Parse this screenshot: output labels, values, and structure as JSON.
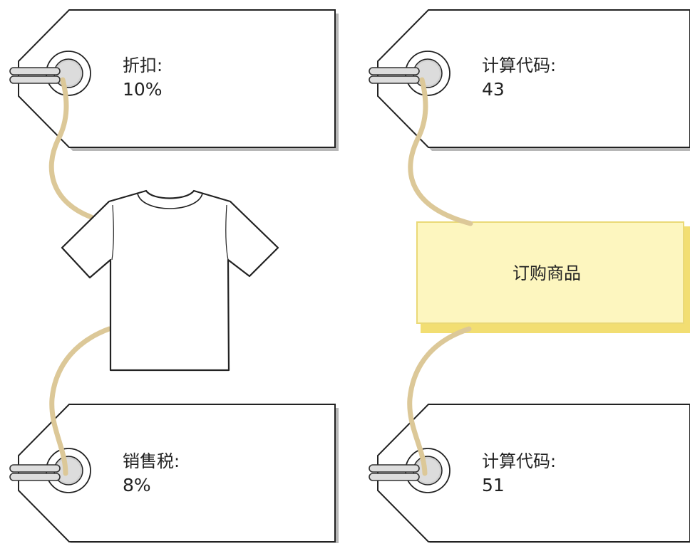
{
  "tags": [
    {
      "id": "discount",
      "title": "折扣:",
      "value": "10%"
    },
    {
      "id": "calc-code-43",
      "title": "计算代码:",
      "value": "43"
    },
    {
      "id": "sales-tax",
      "title": "销售税:",
      "value": "8%"
    },
    {
      "id": "calc-code-51",
      "title": "计算代码:",
      "value": "51"
    }
  ],
  "item_box": {
    "label": "订购商品"
  },
  "colors": {
    "string": "#dcc898",
    "box_fill": "#fdf6bf",
    "box_border": "#ead977",
    "box_shadow": "#f2de72",
    "outline": "#222222",
    "tag_shadow": "#b7b7b7"
  },
  "icons": {
    "product": "t-shirt-icon",
    "grommet": "tag-grommet-icon"
  }
}
